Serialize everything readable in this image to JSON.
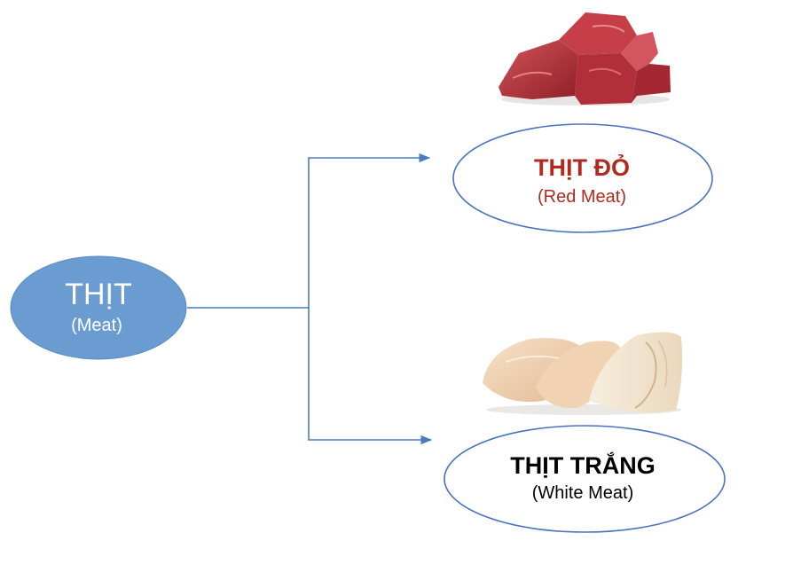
{
  "colors": {
    "root_fill": "#6a9bd1",
    "edge": "#4a7bc0",
    "node_stroke": "#4a72bf",
    "red_meat_text": "#b02a1e",
    "white_meat_text": "#000000",
    "root_text": "#ffffff"
  },
  "nodes": {
    "root": {
      "title": "THỊT",
      "subtitle": "(Meat)"
    },
    "red_meat": {
      "title": "THỊT ĐỎ",
      "subtitle": "(Red Meat)",
      "image": "raw-red-meat-chunks"
    },
    "white_meat": {
      "title": "THỊT TRẮNG",
      "subtitle": "(White Meat)",
      "image": "raw-chicken-breasts-and-fish-fillet"
    }
  }
}
